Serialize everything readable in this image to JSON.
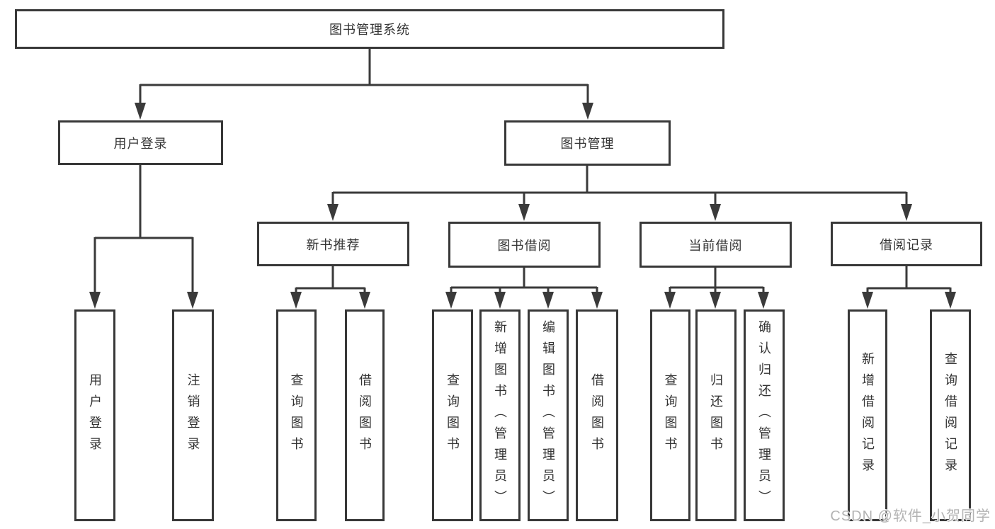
{
  "colors": {
    "line": "#3a3a3a",
    "box_border": "#383838",
    "text": "#333333",
    "watermark": "#b3b3b3",
    "background": "#ffffff"
  },
  "watermark": {
    "text": "CSDN @软件_小贺同学"
  },
  "tree": {
    "root": {
      "label": "图书管理系统",
      "children": [
        {
          "label": "用户登录",
          "children": [
            {
              "label": "用户登录"
            },
            {
              "label": "注销登录"
            }
          ]
        },
        {
          "label": "图书管理",
          "children": [
            {
              "label": "新书推荐",
              "children": [
                {
                  "label": "查询图书"
                },
                {
                  "label": "借阅图书"
                }
              ]
            },
            {
              "label": "图书借阅",
              "children": [
                {
                  "label": "查询图书"
                },
                {
                  "label": "新增图书（管理员）"
                },
                {
                  "label": "编辑图书（管理员）"
                },
                {
                  "label": "借阅图书"
                }
              ]
            },
            {
              "label": "当前借阅",
              "children": [
                {
                  "label": "查询图书"
                },
                {
                  "label": "归还图书"
                },
                {
                  "label": "确认归还（管理员）"
                }
              ]
            },
            {
              "label": "借阅记录",
              "children": [
                {
                  "label": "新增借阅记录"
                },
                {
                  "label": "查询借阅记录"
                }
              ]
            }
          ]
        }
      ]
    }
  }
}
